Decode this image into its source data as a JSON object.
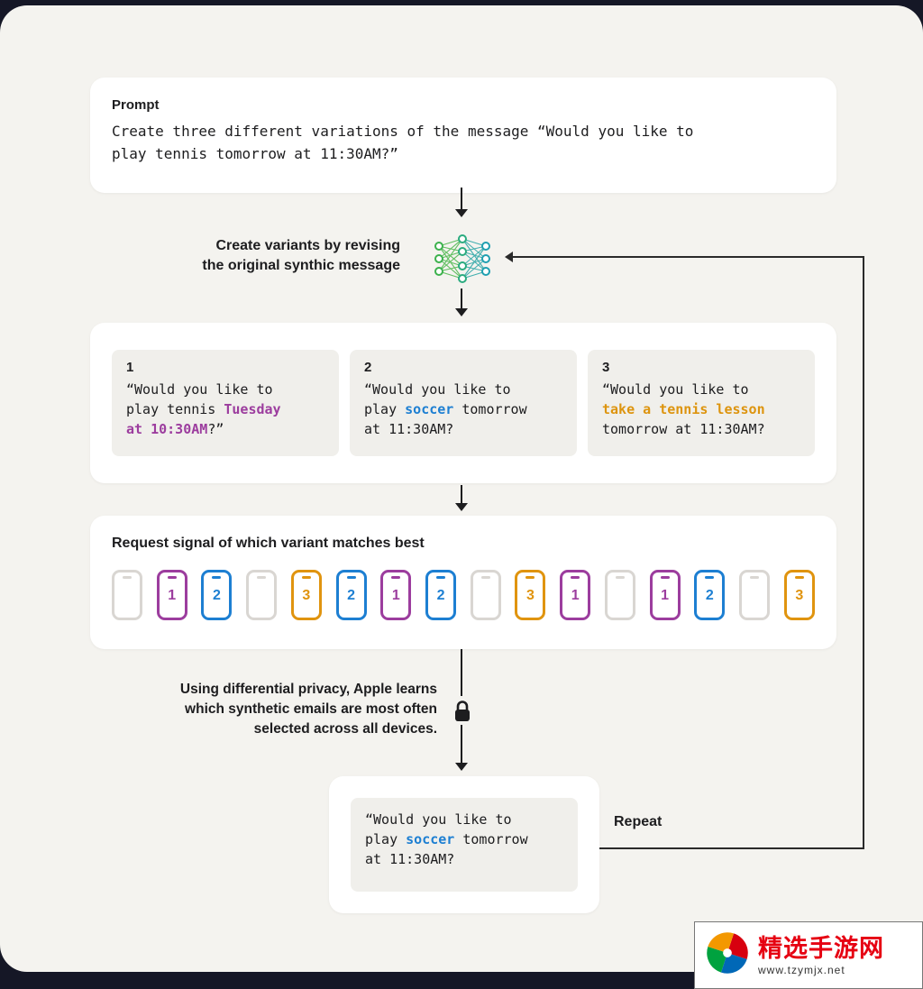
{
  "colors": {
    "purple": "#9c3d9e",
    "blue": "#1d7fd2",
    "orange": "#dd940e",
    "phone_gray": "#d9d6d2",
    "ink": "#1d1d1f",
    "canvas_bg": "#f4f3ef",
    "card_bg": "#ffffff",
    "inner_card_bg": "#f0efeb",
    "page_edge": "#151726",
    "nn_green": "#3cb14c",
    "nn_teal": "#1f9fb0",
    "watermark_red": "#e60012"
  },
  "prompt_card": {
    "label": "Prompt",
    "lines": [
      "Create three different variations of the message “Would you like to",
      "play tennis tomorrow at 11:30AM?”"
    ]
  },
  "nn_step": {
    "label_line1": "Create variants by revising",
    "label_line2": "the original synthic message",
    "icon": "neural-network-icon"
  },
  "variants_card": {
    "items": [
      {
        "number": "1",
        "lines": [
          [
            {
              "t": "“Would you like to"
            }
          ],
          [
            {
              "t": "play tennis "
            },
            {
              "t": "Tuesday",
              "c": "purple"
            }
          ],
          [
            {
              "t": "at 10:30AM",
              "c": "purple"
            },
            {
              "t": "?”"
            }
          ]
        ]
      },
      {
        "number": "2",
        "lines": [
          [
            {
              "t": "“Would you like to"
            }
          ],
          [
            {
              "t": "play "
            },
            {
              "t": "soccer",
              "c": "blue"
            },
            {
              "t": " tomorrow"
            }
          ],
          [
            {
              "t": "at 11:30AM?"
            }
          ]
        ]
      },
      {
        "number": "3",
        "lines": [
          [
            {
              "t": "“Would you like to"
            }
          ],
          [
            {
              "t": "take a tennis lesson",
              "c": "orange"
            }
          ],
          [
            {
              "t": "tomorrow at 11:30AM?"
            }
          ]
        ]
      }
    ]
  },
  "request_signal_card": {
    "title": "Request signal of which variant matches best",
    "phones": [
      {
        "variant": null
      },
      {
        "variant": "1"
      },
      {
        "variant": "2"
      },
      {
        "variant": null
      },
      {
        "variant": "3"
      },
      {
        "variant": "2"
      },
      {
        "variant": "1"
      },
      {
        "variant": "2"
      },
      {
        "variant": null
      },
      {
        "variant": "3"
      },
      {
        "variant": "1"
      },
      {
        "variant": null
      },
      {
        "variant": "1"
      },
      {
        "variant": "2"
      },
      {
        "variant": null
      },
      {
        "variant": "3"
      }
    ]
  },
  "privacy_note": {
    "lines": [
      "Using differential privacy, Apple learns",
      "which synthetic emails are most often",
      "selected across all devices."
    ],
    "icon": "lock-icon"
  },
  "result_card": {
    "lines": [
      [
        {
          "t": "“Would you like to"
        }
      ],
      [
        {
          "t": "play "
        },
        {
          "t": "soccer",
          "c": "blue"
        },
        {
          "t": " tomorrow"
        }
      ],
      [
        {
          "t": "at 11:30AM?"
        }
      ]
    ]
  },
  "repeat_label": "Repeat",
  "watermark": {
    "site_name": "精选手游网",
    "url": "www.tzymjx.net",
    "logo": "pinwheel-logo"
  }
}
